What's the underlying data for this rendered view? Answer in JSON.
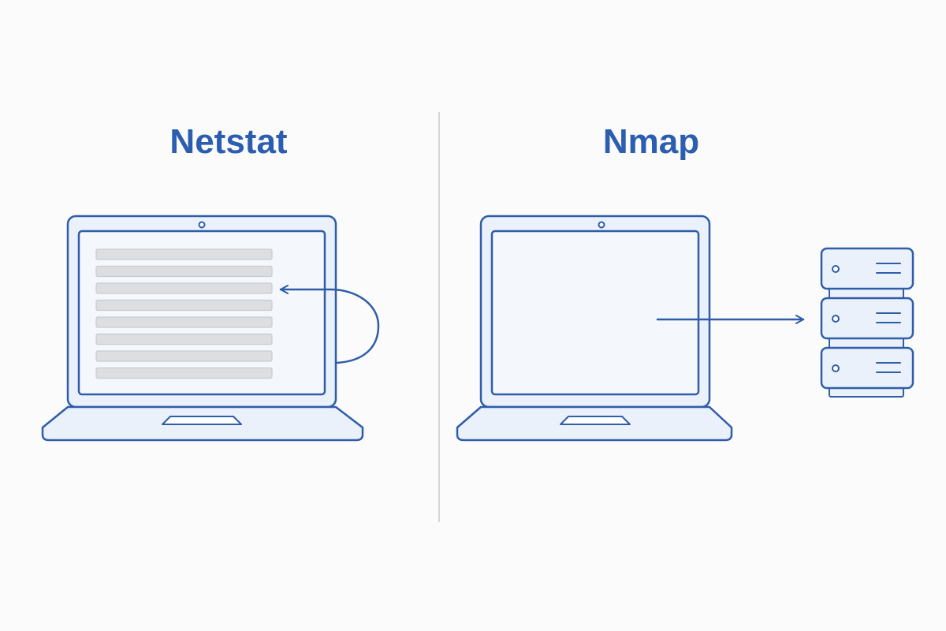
{
  "colors": {
    "accent": "#2f5da8",
    "title": "#2b5db0",
    "fill_light": "#ebf1fa",
    "screen_fill": "#f4f7fc",
    "row_fill": "#dcdee2",
    "row_stroke": "#c7cacf",
    "divider": "#d6d6d6",
    "background": "#fbfbfb"
  },
  "panels": {
    "left": {
      "title": "Netstat",
      "icons": [
        "laptop-icon",
        "connection-list-icon",
        "curved-arrow-icon"
      ],
      "list_rows": 8
    },
    "right": {
      "title": "Nmap",
      "icons": [
        "laptop-icon",
        "arrow-right-icon",
        "server-stack-icon"
      ],
      "server_units": 3
    }
  }
}
